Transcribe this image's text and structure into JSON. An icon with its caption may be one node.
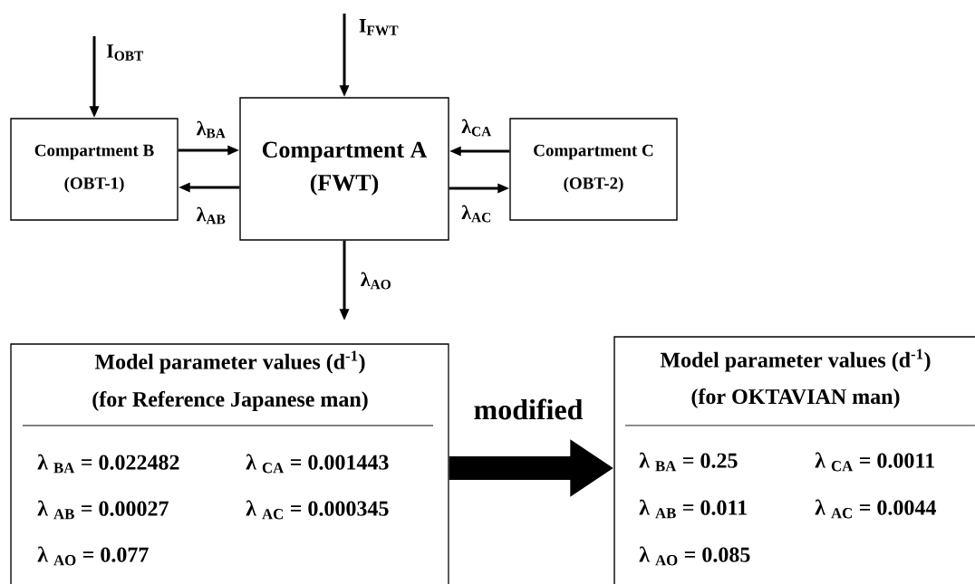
{
  "diagram": {
    "nodes": [
      {
        "text": [
          "Compartment B",
          "(OBT-1)"
        ]
      },
      {
        "text": [
          "Compartment A",
          "(FWT)"
        ]
      },
      {
        "text": [
          "Compartment C",
          "(OBT-2)"
        ]
      },
      {
        "text": [
          "Model parameter values (d$^{-1}$)",
          "(for Reference Japanese man)",
          "λ $_{BA}$ = 0.022482",
          "λ $_{CA}$ = 0.001443",
          "λ $_{AB}$ = 0.00027",
          "λ $_{AC}$ = 0.000345",
          "λ $_{AO}$ = 0.077"
        ]
      },
      {
        "text": [
          "Model parameter values (d$^{-1}$)",
          "(for OKTAVIAN man)",
          "λ $_{BA}$ = 0.25",
          "λ $_{CA}$ = 0.0011",
          "λ $_{AB}$ = 0.011",
          "λ $_{AC}$ = 0.0044",
          "λ $_{AO}$ = 0.085"
        ]
      }
    ],
    "edges": [
      {
        "from": null,
        "to": 0,
        "arrow": "to",
        "label": "I$_{OBT}$"
      },
      {
        "from": null,
        "to": 1,
        "arrow": "to",
        "label": "I$_{FWT}$"
      },
      {
        "from": 0,
        "to": 1,
        "arrow": "to",
        "label": "λ$_{BA}$"
      },
      {
        "from": 1,
        "to": 0,
        "arrow": "to",
        "label": "λ$_{AB}$"
      },
      {
        "from": 2,
        "to": 1,
        "arrow": "to",
        "label": "λ$_{CA}$"
      },
      {
        "from": 1,
        "to": 2,
        "arrow": "to",
        "label": "λ$_{AC}$"
      },
      {
        "from": 1,
        "to": 3,
        "arrow": "to",
        "label": "λ$_{AO}$"
      },
      {
        "from": 3,
        "to": 4,
        "arrow": "to",
        "label": "modified",
        "style": "thick"
      }
    ]
  }
}
